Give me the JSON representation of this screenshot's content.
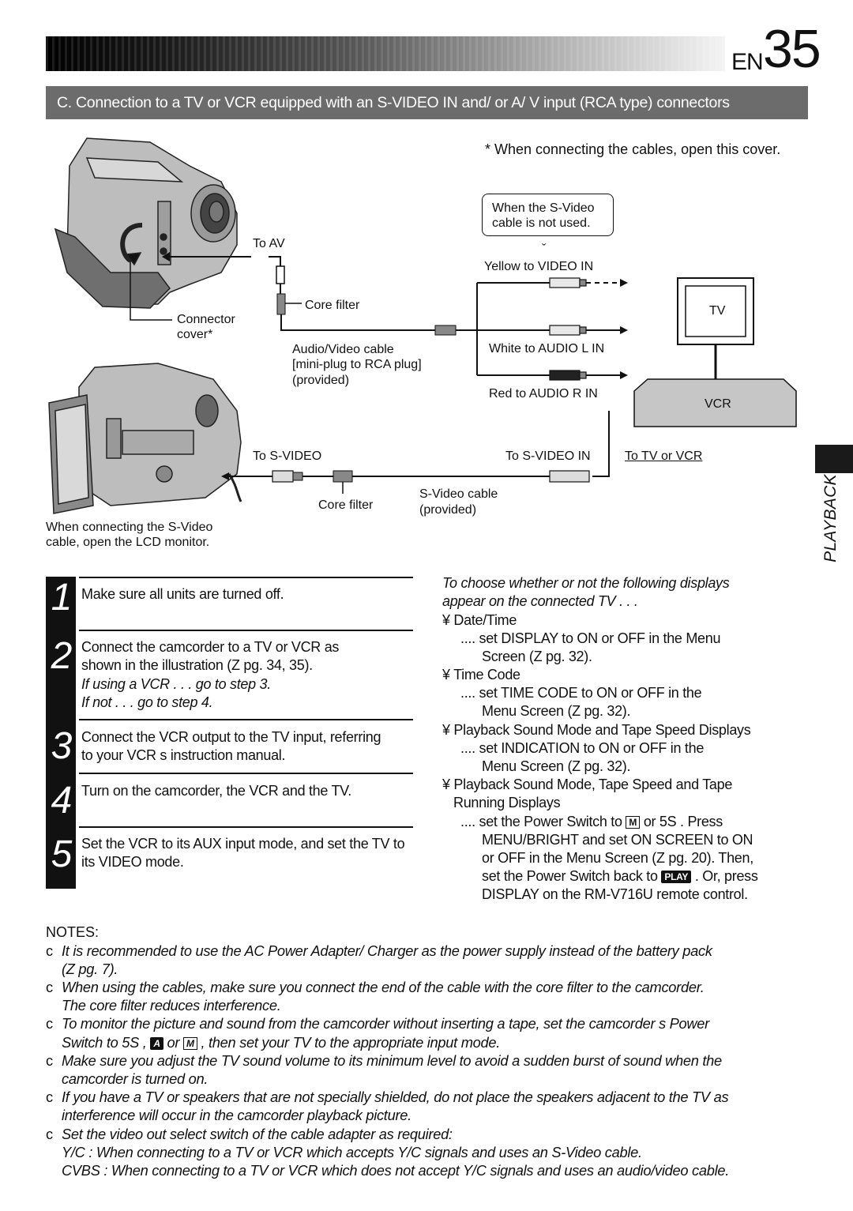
{
  "header": {
    "lang": "EN",
    "page": "35"
  },
  "section_title": "C. Connection to a TV or VCR equipped with an S-VIDEO IN and/ or A/ V input (RCA type) connectors",
  "diagram": {
    "cover_note": "* When connecting the cables, open this cover.",
    "svideo_note_l1": "When the S-Video",
    "svideo_note_l2": "cable is not used.",
    "arrow_glyph": "ˇ",
    "to_av": "To AV",
    "core_filter_top": "Core filter",
    "connector_cover_l1": "Connector",
    "connector_cover_l2": "cover*",
    "av_cable_l1": "Audio/Video cable",
    "av_cable_l2": "[mini-plug to RCA plug]",
    "av_cable_l3": "(provided)",
    "yellow": "Yellow to VIDEO IN",
    "white": "White to AUDIO L IN",
    "red": "Red to AUDIO R IN",
    "tv": "TV",
    "vcr": "VCR",
    "to_svideo": "To S-VIDEO",
    "to_svideo_in": "To S-VIDEO IN",
    "to_tv_or_vcr": "To TV or VCR",
    "core_filter_bottom": "Core filter",
    "svideo_cable_l1": "S-Video cable",
    "svideo_cable_l2": "(provided)",
    "lcd_note_l1": "When connecting the S-Video",
    "lcd_note_l2": "cable, open the LCD monitor."
  },
  "side_tab": "PLAYBACK",
  "steps": [
    {
      "num": "1",
      "text": "Make sure all units are turned off."
    },
    {
      "num": "2",
      "text": "Connect the camcorder to a TV or VCR as shown in the illustration (Z pg. 34, 35).",
      "sub1": "If using a VCR . . . go to step 3.",
      "sub2": "If not . . . go to step 4."
    },
    {
      "num": "3",
      "text": "Connect the VCR output to the TV input, referring to your VCR s instruction manual."
    },
    {
      "num": "4",
      "text": "Turn on the camcorder, the VCR and the TV."
    },
    {
      "num": "5",
      "text": "Set the VCR to its AUX input mode, and set the TV to its VIDEO mode."
    }
  ],
  "right": {
    "intro_l1": "To choose whether or not the following displays",
    "intro_l2": "appear on the connected TV . . .",
    "b1": "¥ Date/Time",
    "b1_l1": ".... set  DISPLAY  to  ON  or  OFF  in the Menu",
    "b1_l2": "Screen (Z  pg. 32).",
    "b2": "¥ Time Code",
    "b2_l1": ".... set  TIME CODE  to  ON  or  OFF  in the",
    "b2_l2": "Menu Screen (Z  pg. 32).",
    "b3": "¥ Playback Sound Mode and Tape Speed Displays",
    "b3_l1": ".... set  INDICATION  to  ON  or  OFF  in the",
    "b3_l2": "Menu Screen (Z  pg. 32).",
    "b4_l1": "¥ Playback Sound Mode, Tape Speed and Tape",
    "b4_l2": "Running Displays",
    "b4_t1a": ".... set the Power Switch to",
    "b4_icon_m": "M",
    "b4_t1b": "or  5S . Press",
    "b4_t2": "MENU/BRIGHT and set  ON SCREEN  to  ON",
    "b4_t3": "or  OFF  in the Menu Screen (Z  pg. 20). Then,",
    "b4_t4a": "set the Power Switch back to",
    "b4_icon_play": "PLAY",
    "b4_t4b": ". Or, press",
    "b4_t5": "DISPLAY on the RM-V716U remote control."
  },
  "notes": {
    "heading": "NOTES:",
    "bullet": "c",
    "n1_l1": "It is recommended to use the AC Power Adapter/ Charger as the power supply instead of the battery pack",
    "n1_l2": "(Z  pg. 7).",
    "n2_l1": "When using the cables, make sure you connect the end of the cable with the core filter to the camcorder.",
    "n2_l2": "The core filter reduces interference.",
    "n3_l1": "To monitor the picture and sound from the camcorder without inserting a tape, set the camcorder s Power",
    "n3_l2a": "Switch to  5S ,",
    "n3_icon_a": "A",
    "n3_l2b": "or",
    "n3_icon_m": "M",
    "n3_l2c": ", then set your TV to the appropriate input mode.",
    "n4_l1": "Make sure you adjust the TV sound volume to its minimum level to avoid a sudden burst of sound when the",
    "n4_l2": "camcorder is turned on.",
    "n5_l1": "If you have a TV or speakers that are not specially shielded, do not place the speakers adjacent to the TV as",
    "n5_l2": "interference will occur in the camcorder playback picture.",
    "n6_l1": "Set the video out select switch of the cable adapter as required:",
    "yc": "Y/C     : When connecting to a TV or VCR which accepts Y/C signals and uses an S-Video cable.",
    "cvbs": "CVBS : When connecting to a TV or VCR which does not accept Y/C signals and uses an audio/video cable."
  }
}
